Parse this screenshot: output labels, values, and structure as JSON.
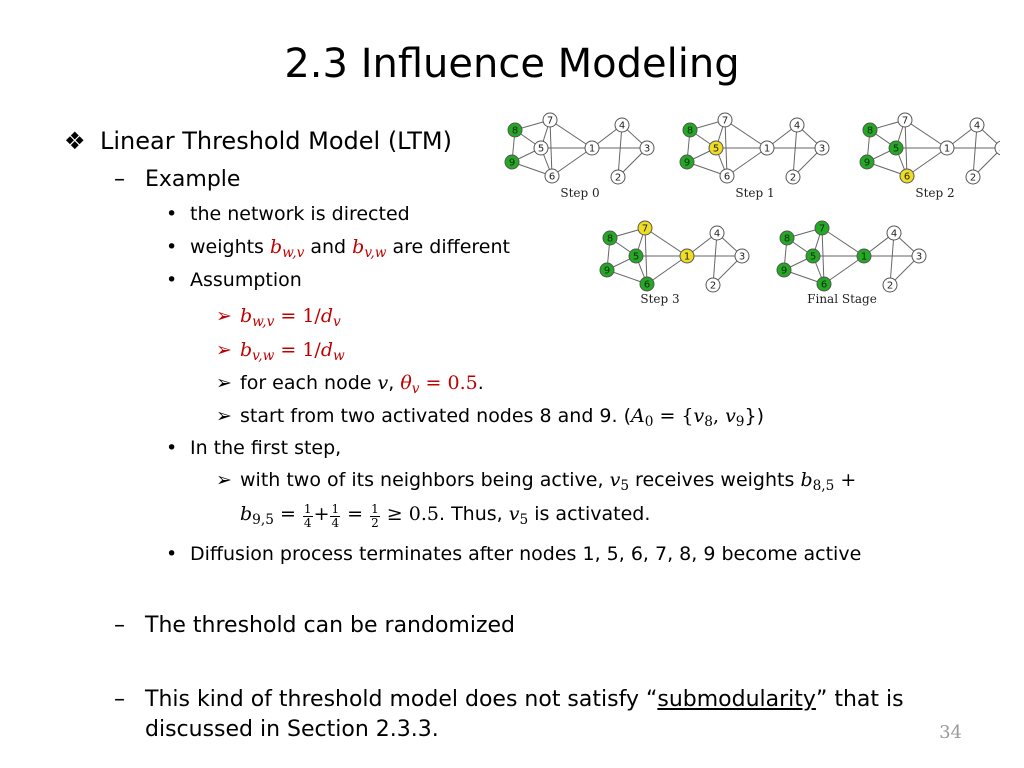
{
  "slide": {
    "title": "2.3 Influence Modeling",
    "page_number": "34"
  },
  "content": {
    "ltm": {
      "bullet": "❖",
      "text": "Linear Threshold Model (LTM)"
    },
    "example": {
      "dash": "–",
      "text": "Example"
    },
    "network_directed": {
      "bullet": "•",
      "text": "the network is directed"
    },
    "weights": {
      "bullet": "•",
      "pre": "weights ",
      "b": "b",
      "sub1": "w,v",
      "mid": " and ",
      "sub2": "v,w",
      "post": " are different"
    },
    "assumption": {
      "bullet": "•",
      "text": "Assumption"
    },
    "assume1": {
      "marker": "➢",
      "b": "b",
      "sub": "w,v",
      "eq": " = 1/",
      "d": "d",
      "dsub": "v"
    },
    "assume2": {
      "marker": "➢",
      "b": "b",
      "sub": "v,w",
      "eq": " = 1/",
      "d": "d",
      "dsub": "w"
    },
    "assume3": {
      "marker": "➢",
      "pre": "for each node ",
      "v": "v",
      "comma": ", ",
      "theta": "θ",
      "thsub": "v",
      "eq": " = 0.5",
      "post": "."
    },
    "assume4": {
      "marker": "➢",
      "pre": "start from two activated nodes 8 and 9. (",
      "A": "A",
      "Asub": "0",
      "eq": " = {",
      "v8": "v",
      "v8sub": "8",
      "sep": ", ",
      "v9": "v",
      "v9sub": "9",
      "post": "})"
    },
    "first_step": {
      "bullet": "•",
      "text": "In the first step,"
    },
    "first_step_detail": {
      "marker": "➢",
      "pre": "with two of its neighbors being active, ",
      "v": "v",
      "vsub": "5",
      "mid": " receives weights ",
      "b": "b",
      "bsub": "8,5",
      "plus": " +",
      "b2": "b",
      "b2sub": "9,5",
      "eq1": " = ",
      "n1": "1",
      "d1": "4",
      "plus2": "+",
      "n2": "1",
      "d2": "4",
      "eq2": " = ",
      "n3": "1",
      "d3": "2",
      "geq": " ≥ 0.5",
      "thus": ". Thus, ",
      "v2": "v",
      "v2sub": "5",
      "post": " is activated."
    },
    "terminates": {
      "bullet": "•",
      "text": "Diffusion process terminates after nodes 1, 5, 6, 7, 8, 9 become active"
    },
    "randomized": {
      "dash": "–",
      "text": "The threshold can be randomized"
    },
    "submodularity": {
      "dash": "–",
      "pre": "This kind of threshold model does not satisfy “",
      "link": "submodularity",
      "post": "” that is",
      "line2": "discussed in Section 2.3.3."
    }
  },
  "figure": {
    "colors": {
      "active": "#22aa22",
      "newly_active": "#eedd22",
      "inactive": "#ffffff",
      "edge": "#666666"
    },
    "steps": [
      {
        "label": "Step 0",
        "green": [
          "8",
          "9"
        ],
        "yellow": []
      },
      {
        "label": "Step 1",
        "green": [
          "8",
          "9"
        ],
        "yellow": [
          "5"
        ]
      },
      {
        "label": "Step 2",
        "green": [
          "8",
          "9",
          "5"
        ],
        "yellow": [
          "6"
        ]
      },
      {
        "label": "Step 3",
        "green": [
          "8",
          "9",
          "5",
          "6"
        ],
        "yellow": [
          "7",
          "1"
        ]
      },
      {
        "label": "Final Stage",
        "green": [
          "8",
          "9",
          "5",
          "6",
          "7",
          "1"
        ],
        "yellow": []
      }
    ],
    "nodes": [
      "1",
      "2",
      "3",
      "4",
      "5",
      "6",
      "7",
      "8",
      "9"
    ]
  }
}
